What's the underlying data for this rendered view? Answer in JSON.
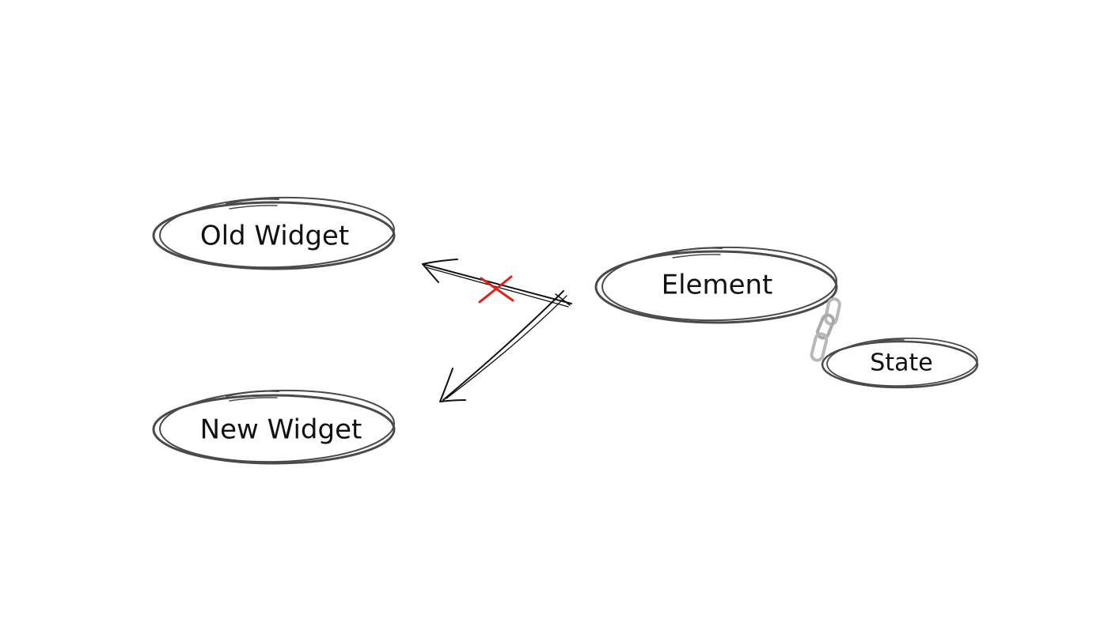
{
  "nodes": {
    "old_widget": {
      "label": "Old Widget"
    },
    "new_widget": {
      "label": "New Widget"
    },
    "element": {
      "label": "Element"
    },
    "state": {
      "label": "State"
    }
  },
  "colors": {
    "outline": "#4a4a4a",
    "arrow": "#111111",
    "cross": "#e0201a",
    "chain": "#b8b8b8"
  },
  "icons": {
    "broken_link": "cross-icon",
    "attachment": "chain-link-icon"
  }
}
